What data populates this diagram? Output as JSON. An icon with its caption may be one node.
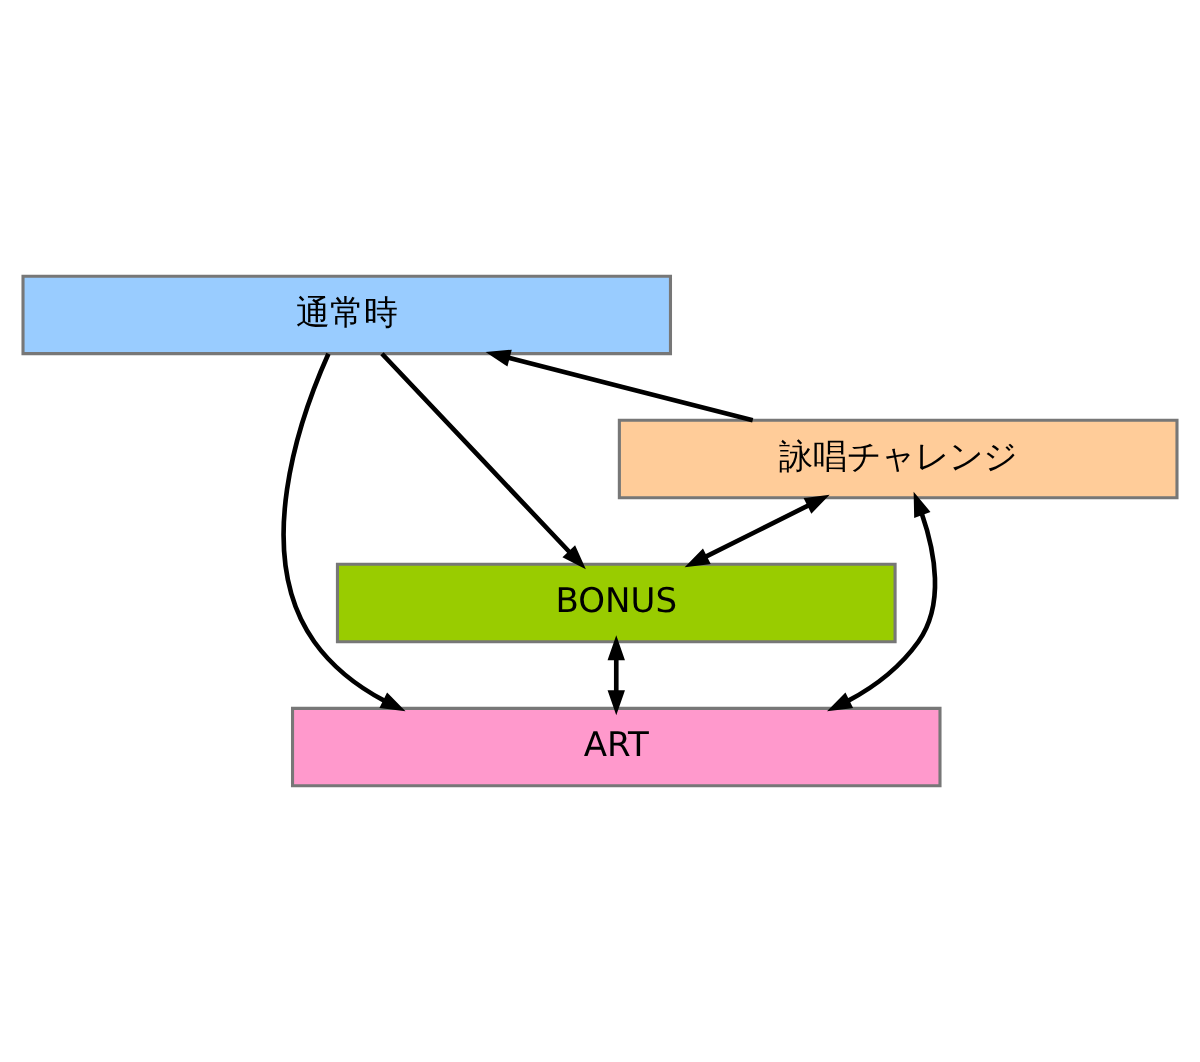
{
  "diagram": {
    "nodes": [
      {
        "text": [
          "通常時"
        ]
      },
      {
        "text": [
          "詠唱チャレンジ"
        ]
      },
      {
        "text": [
          "BONUS"
        ]
      },
      {
        "text": [
          "ART"
        ]
      }
    ],
    "edges": [
      {
        "from": 0,
        "to": 3,
        "arrow": "to"
      },
      {
        "from": 0,
        "to": 2,
        "arrow": "to"
      },
      {
        "from": 1,
        "to": 0,
        "arrow": "to"
      },
      {
        "from": 1,
        "to": 2,
        "arrow": "both"
      },
      {
        "from": 2,
        "to": 3,
        "arrow": "both"
      },
      {
        "from": 1,
        "to": 3,
        "arrow": "both"
      }
    ]
  }
}
